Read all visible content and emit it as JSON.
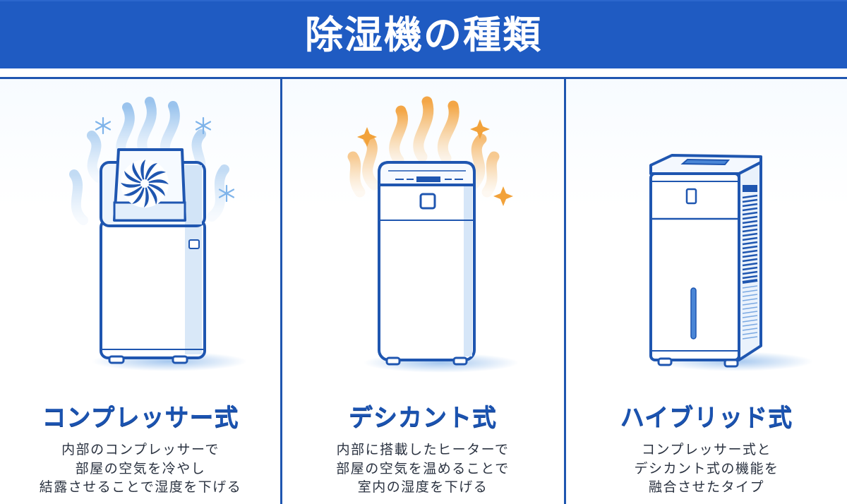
{
  "header": {
    "title": "除湿機の種類",
    "background_color": "#1f5bc2"
  },
  "colors": {
    "accent_blue": "#1f5bc2",
    "line_blue": "#1f56b0",
    "title_blue": "#1b53b0",
    "text_dark": "#2a3240",
    "cold_light_blue": "#a9cdf2",
    "heat_orange": "#f5a641"
  },
  "panels": [
    {
      "title": "コンプレッサー式",
      "illustration": "compressor-dehumidifier-with-fan-and-snowflakes",
      "icons": [
        "fan-icon",
        "snowflake-icon",
        "cold-air-wave-icon"
      ],
      "description": [
        "内部のコンプレッサーで",
        "部屋の空気を冷やし",
        "結露させることで湿度を下げる"
      ]
    },
    {
      "title": "デシカント式",
      "illustration": "desiccant-dehumidifier-with-heat-waves",
      "icons": [
        "heat-wave-icon",
        "sparkle-icon"
      ],
      "description": [
        "内部に搭載したヒーターで",
        "部屋の空気を温めることで",
        "室内の湿度を下げる"
      ]
    },
    {
      "title": "ハイブリッド式",
      "illustration": "hybrid-dehumidifier-tower",
      "icons": [
        "vent-grille-icon",
        "water-level-window-icon"
      ],
      "description": [
        "コンプレッサー式と",
        "デシカント式の機能を",
        "融合させたタイプ"
      ]
    }
  ]
}
